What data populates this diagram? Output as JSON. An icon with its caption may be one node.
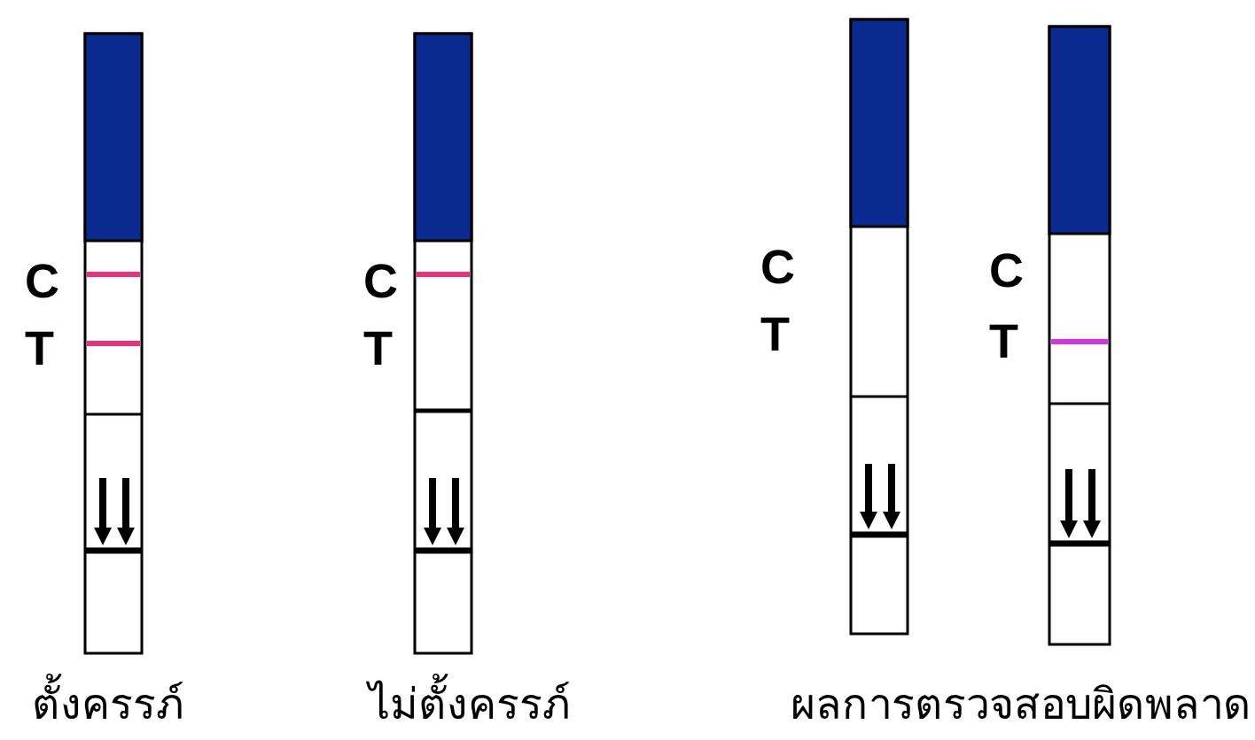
{
  "diagram": {
    "labels": [
      "C",
      "C",
      "C",
      "C",
      "T",
      "T",
      "T",
      "T",
      "ตั้งครรภ์",
      "ไม่ตั้งครรภ์",
      "ผลการตรวจสอบผิดพลาด"
    ]
  }
}
